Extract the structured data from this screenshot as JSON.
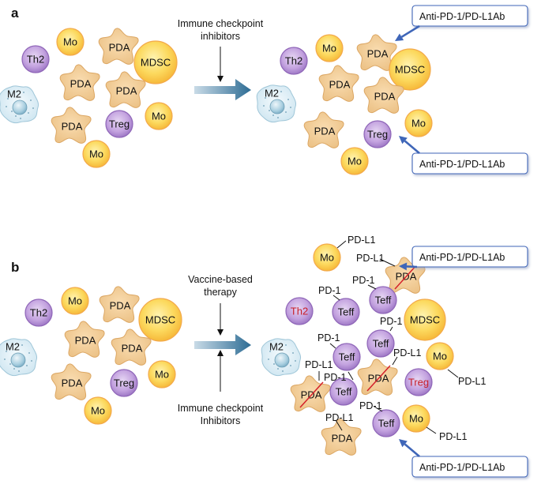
{
  "panels": [
    {
      "letter": "a",
      "treatments": [
        {
          "label_lines": [
            "Immune checkpoint",
            "inhibitors"
          ],
          "direction": "down"
        }
      ],
      "before": {
        "cells": [
          {
            "type": "Th2",
            "label": "Th2"
          },
          {
            "type": "Mo",
            "label": "Mo"
          },
          {
            "type": "PDA",
            "label": "PDA"
          },
          {
            "type": "MDSC",
            "label": "MDSC"
          },
          {
            "type": "M2",
            "label": "M2"
          },
          {
            "type": "PDA",
            "label": "PDA"
          },
          {
            "type": "PDA",
            "label": "PDA"
          },
          {
            "type": "PDA",
            "label": "PDA"
          },
          {
            "type": "Treg",
            "label": "Treg"
          },
          {
            "type": "Mo",
            "label": "Mo"
          },
          {
            "type": "Mo",
            "label": "Mo"
          }
        ]
      },
      "after": {
        "cells": [
          {
            "type": "Th2",
            "label": "Th2"
          },
          {
            "type": "Mo",
            "label": "Mo"
          },
          {
            "type": "PDA",
            "label": "PDA"
          },
          {
            "type": "MDSC",
            "label": "MDSC"
          },
          {
            "type": "M2",
            "label": "M2"
          },
          {
            "type": "PDA",
            "label": "PDA"
          },
          {
            "type": "PDA",
            "label": "PDA"
          },
          {
            "type": "PDA",
            "label": "PDA"
          },
          {
            "type": "Treg",
            "label": "Treg"
          },
          {
            "type": "Mo",
            "label": "Mo"
          },
          {
            "type": "Mo",
            "label": "Mo"
          }
        ],
        "antibody_callouts": [
          {
            "label": "Anti-PD-1/PD-L1Ab",
            "target": "PDA"
          },
          {
            "label": "Anti-PD-1/PD-L1Ab",
            "target": "Treg"
          }
        ]
      }
    },
    {
      "letter": "b",
      "treatments": [
        {
          "label_lines": [
            "Vaccine-based",
            "therapy"
          ],
          "direction": "down"
        },
        {
          "label_lines": [
            "Immune checkpoint",
            "Inhibitors"
          ],
          "direction": "up"
        }
      ],
      "before": {
        "cells": [
          {
            "type": "Th2",
            "label": "Th2"
          },
          {
            "type": "Mo",
            "label": "Mo"
          },
          {
            "type": "PDA",
            "label": "PDA"
          },
          {
            "type": "MDSC",
            "label": "MDSC"
          },
          {
            "type": "M2",
            "label": "M2"
          },
          {
            "type": "PDA",
            "label": "PDA"
          },
          {
            "type": "PDA",
            "label": "PDA"
          },
          {
            "type": "PDA",
            "label": "PDA"
          },
          {
            "type": "Treg",
            "label": "Treg"
          },
          {
            "type": "Mo",
            "label": "Mo"
          },
          {
            "type": "Mo",
            "label": "Mo"
          }
        ]
      },
      "after": {
        "cells": [
          {
            "type": "Mo",
            "label": "Mo",
            "marker": "PD-L1"
          },
          {
            "type": "PDA",
            "label": "PDA",
            "marker": "PD-L1",
            "crossed": true
          },
          {
            "type": "Th2",
            "label": "Th2",
            "suppressed": true
          },
          {
            "type": "Teff",
            "label": "Teff",
            "marker": "PD-1"
          },
          {
            "type": "Teff",
            "label": "Teff",
            "marker": "PD-1"
          },
          {
            "type": "MDSC",
            "label": "MDSC"
          },
          {
            "type": "Teff",
            "label": "Teff",
            "marker": "PD-1"
          },
          {
            "type": "M2",
            "label": "M2"
          },
          {
            "type": "Teff",
            "label": "Teff",
            "marker": "PD-1"
          },
          {
            "type": "PDA",
            "label": "PDA",
            "marker": "PD-L1",
            "crossed": true
          },
          {
            "type": "Mo",
            "label": "Mo",
            "marker": "PD-L1"
          },
          {
            "type": "PDA",
            "label": "PDA",
            "marker": "PD-L1",
            "crossed": true
          },
          {
            "type": "Teff",
            "label": "Teff",
            "marker": "PD-1"
          },
          {
            "type": "Treg",
            "label": "Treg",
            "suppressed": true
          },
          {
            "type": "Teff",
            "label": "Teff",
            "marker": "PD-1"
          },
          {
            "type": "Mo",
            "label": "Mo",
            "marker": "PD-L1"
          },
          {
            "type": "PDA",
            "label": "PDA",
            "marker": "PD-L1"
          }
        ],
        "antibody_callouts": [
          {
            "label": "Anti-PD-1/PD-L1Ab",
            "target": "PDA"
          },
          {
            "label": "Anti-PD-1/PD-L1Ab",
            "target": "Teff"
          }
        ]
      }
    }
  ],
  "colors": {
    "mo_fill": "#fcd75a",
    "mdsc_fill": "#fcd75a",
    "lymph_fill": "#c6a6e0",
    "pda_fill": "#f2c98f",
    "m2_fill": "#e3f1f8",
    "callout_arrow": "#3f66b8",
    "therapy_arrow": "#2f6f96",
    "suppressed_text": "#c8202a",
    "cross_line": "#d4202a"
  }
}
